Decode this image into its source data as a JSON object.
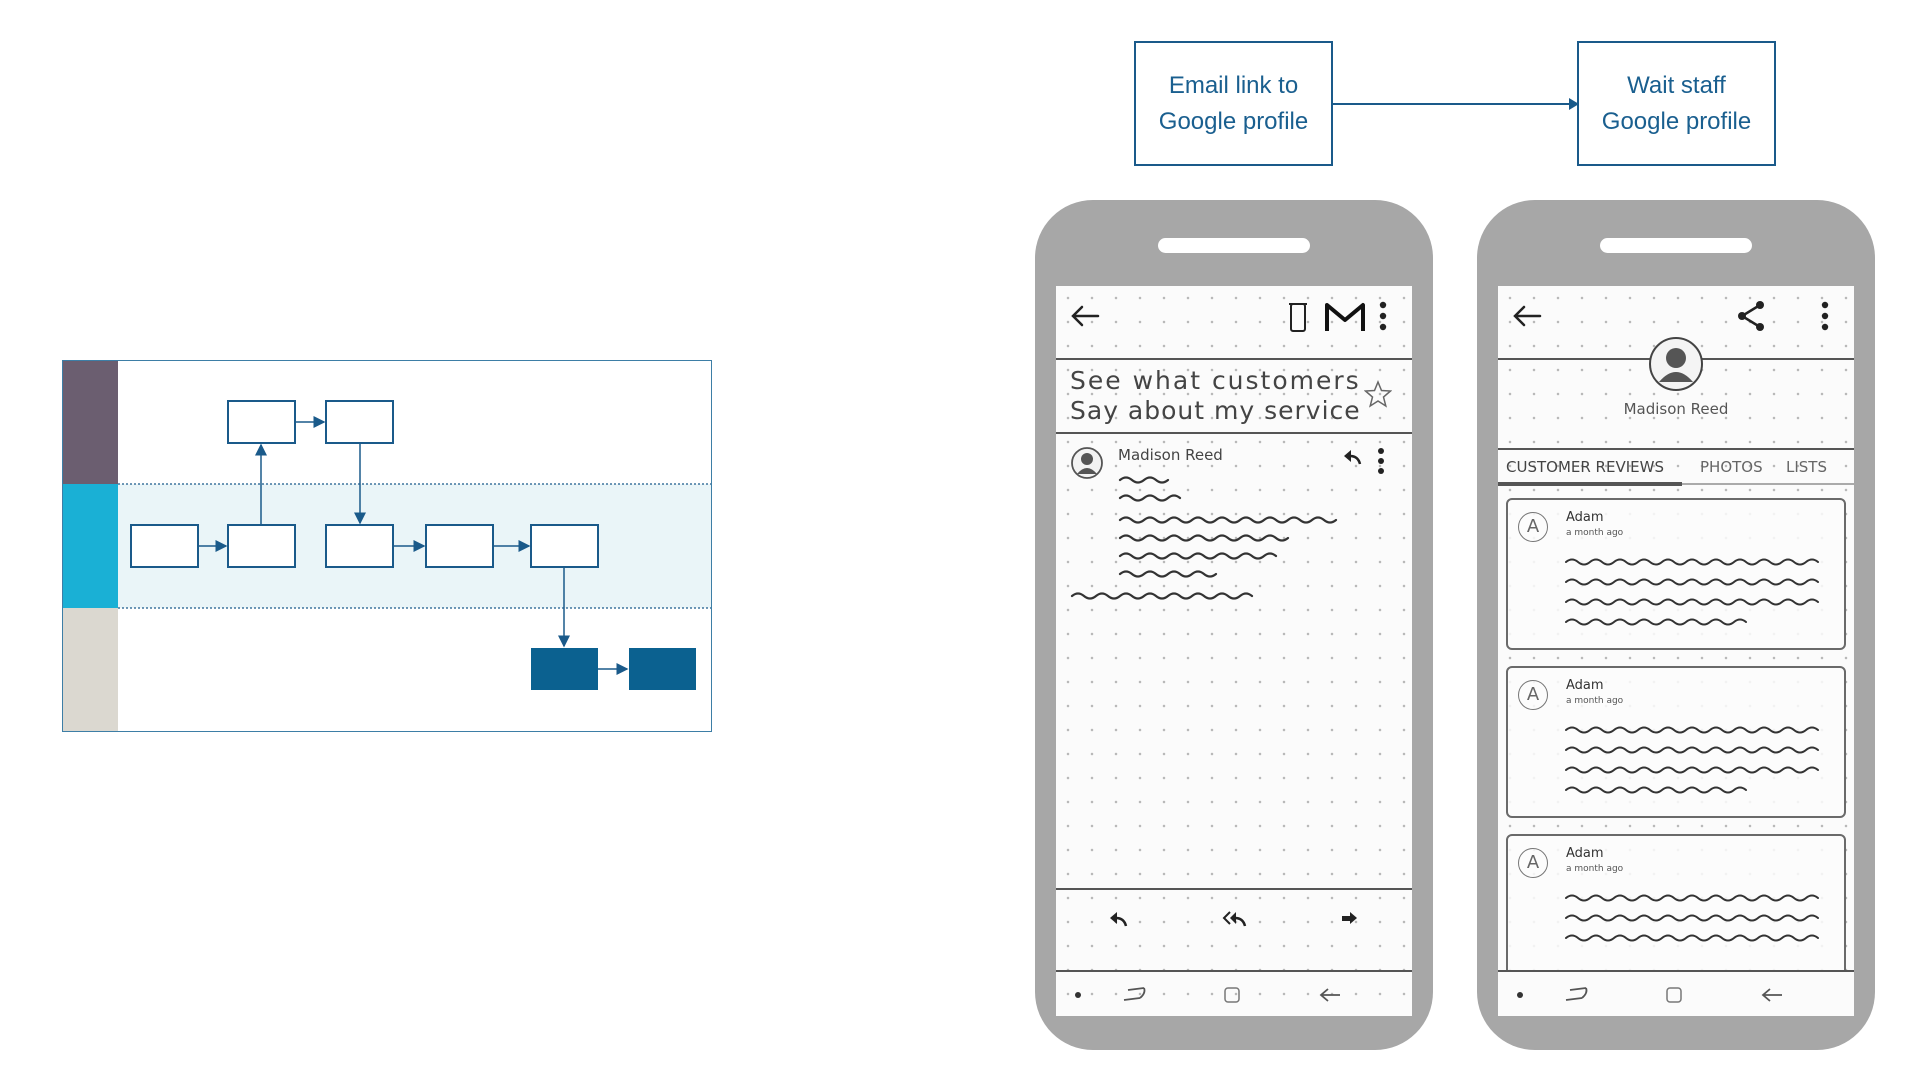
{
  "flow": {
    "step1": [
      "Email link to",
      "Google profile"
    ],
    "step2": [
      "Wait staff",
      "Google profile"
    ]
  },
  "phone_email": {
    "subject_line1": "See what customers",
    "subject_line2": "Say about my service",
    "sender": "Madison Reed"
  },
  "phone_profile": {
    "name": "Madison Reed",
    "tabs": [
      "CUSTOMER REVIEWS",
      "PHOTOS",
      "LISTS"
    ],
    "reviews": [
      {
        "initial": "A",
        "author": "Adam",
        "time": "a month ago"
      },
      {
        "initial": "A",
        "author": "Adam",
        "time": "a month ago"
      },
      {
        "initial": "A",
        "author": "Adam",
        "time": "a month ago"
      }
    ]
  },
  "colors": {
    "lane1": "#6b5e70",
    "lane2": "#1ab0d5",
    "lane3": "#dbd8d0",
    "node_dark": "#0b6190",
    "line": "#1a5a8a"
  }
}
